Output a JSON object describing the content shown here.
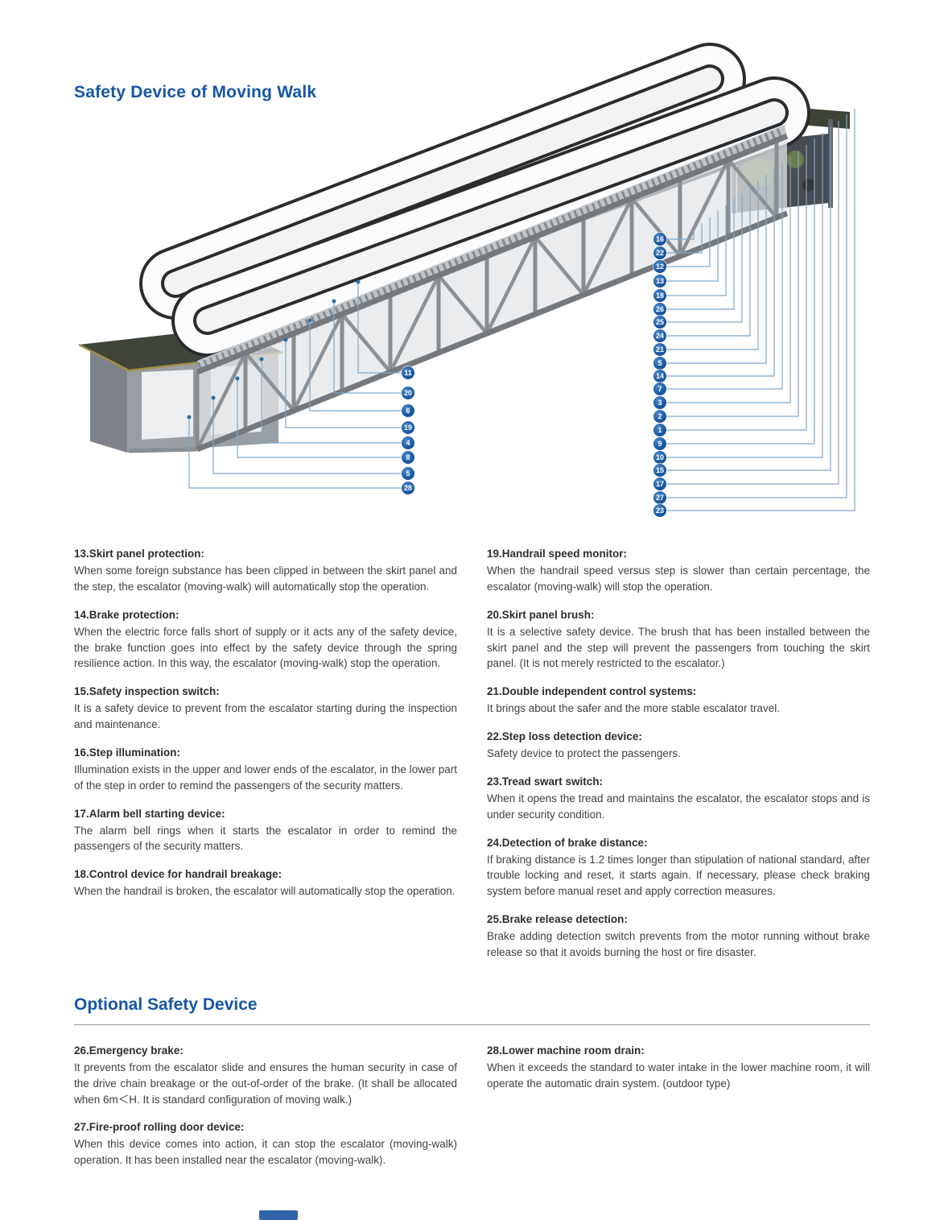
{
  "header": {
    "title": "Safety Device of Moving Walk"
  },
  "optional_section": {
    "title": "Optional Safety Device"
  },
  "diagram": {
    "badge_color": "#1b5ca8",
    "leader_line_color": "#7fa8c9",
    "left_badges": [
      "11",
      "20",
      "6",
      "19",
      "4",
      "8",
      "5",
      "28"
    ],
    "right_badges": [
      "16",
      "22",
      "12",
      "13",
      "18",
      "26",
      "25",
      "24",
      "21",
      "5",
      "14",
      "7",
      "3",
      "2",
      "1",
      "9",
      "10",
      "15",
      "17",
      "27",
      "23"
    ]
  },
  "items": [
    {
      "heading": "13.Skirt panel protection:",
      "body": "When some foreign substance has been clipped in between the skirt panel and the step, the escalator (moving-walk) will automatically stop the operation."
    },
    {
      "heading": "14.Brake protection:",
      "body": "When the electric force falls short of supply or it acts any of the safety device, the brake function goes into effect by the safety device through the spring resilience action. In this way, the escalator (moving-walk) stop the operation."
    },
    {
      "heading": "15.Safety inspection switch:",
      "body": "It is a safety device to prevent from the escalator starting during the inspection and maintenance."
    },
    {
      "heading": "16.Step illumination:",
      "body": "Illumination exists in the upper and lower ends of the escalator, in the lower part of the step in order to remind the passengers of the security matters."
    },
    {
      "heading": "17.Alarm bell starting device:",
      "body": "The alarm bell rings when it starts the escalator in order to remind the passengers of the security matters."
    },
    {
      "heading": "18.Control device for handrail breakage:",
      "body": "When the handrail is broken, the escalator will automatically stop the operation."
    },
    {
      "heading": "19.Handrail speed monitor:",
      "body": "When the handrail speed versus step is slower than certain percentage, the escalator (moving-walk) will stop the operation."
    },
    {
      "heading": "20.Skirt panel brush:",
      "body": "It is a selective safety device.  The brush that has been installed between the skirt panel and the step will prevent the passengers from touching the skirt panel.  (It is not merely restricted to the escalator.)"
    },
    {
      "heading": "21.Double independent control systems:",
      "body": "It brings about the safer and the more stable escalator travel."
    },
    {
      "heading": "22.Step loss detection device:",
      "body": "Safety device to protect the passengers."
    },
    {
      "heading": "23.Tread swart switch:",
      "body": "When it opens the tread and maintains the escalator, the escalator stops and is under security condition."
    },
    {
      "heading": "24.Detection of brake distance:",
      "body": "If braking distance is 1.2 times longer than stipulation of national standard, after trouble locking and reset, it starts again.  If necessary, please check braking system before manual reset and apply correction measures."
    },
    {
      "heading": "25.Brake release detection:",
      "body": "Brake adding detection switch prevents from the motor running without brake release so that it avoids burning the host or fire disaster."
    }
  ],
  "optional_items": [
    {
      "heading": "26.Emergency brake:",
      "body": "It prevents from the escalator slide and ensures the human security in case of the drive chain breakage or the out-of-order of the brake.  (It shall be allocated when 6m＜H.  It is standard configuration of moving walk.)"
    },
    {
      "heading": "27.Fire-proof rolling door device:",
      "body": "When this device comes into action, it can stop the escalator (moving-walk) operation.  It has been installed near the escalator (moving-walk)."
    },
    {
      "heading": "28.Lower machine room drain:",
      "body": "When it exceeds the standard to water intake in the lower machine room, it will operate the automatic drain system.  (outdoor type)"
    }
  ]
}
